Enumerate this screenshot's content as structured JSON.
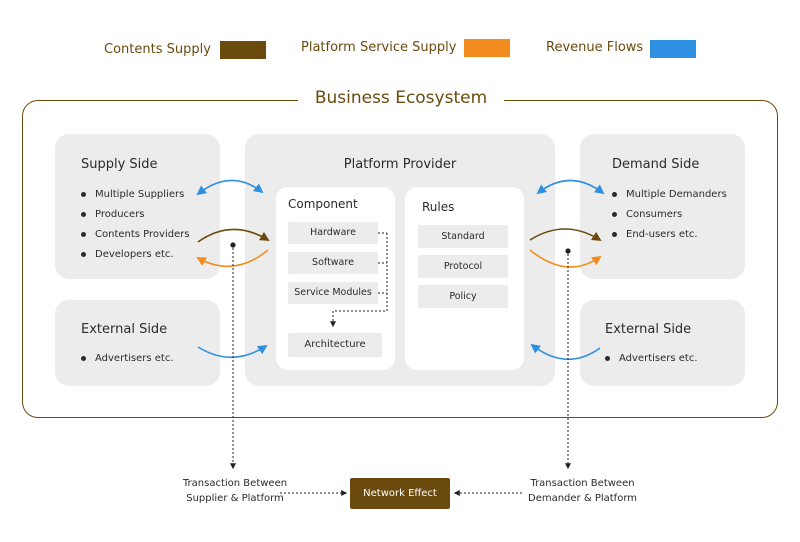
{
  "legend": [
    {
      "label": "Contents Supply",
      "color": "#6b4a0e"
    },
    {
      "label": "Platform Service Supply",
      "color": "#f28c1e"
    },
    {
      "label": "Revenue Flows",
      "color": "#2f8fe0"
    }
  ],
  "ecosystem": {
    "title": "Business Ecosystem"
  },
  "supply_side": {
    "title": "Supply Side",
    "items": [
      "Multiple Suppliers",
      "Producers",
      "Contents Providers",
      "Developers etc."
    ]
  },
  "supply_external": {
    "title": "External Side",
    "items": [
      "Advertisers etc."
    ]
  },
  "platform": {
    "title": "Platform Provider",
    "component": {
      "title": "Component",
      "items": [
        "Hardware",
        "Software",
        "Service Modules"
      ],
      "architecture": "Architecture"
    },
    "rules": {
      "title": "Rules",
      "items": [
        "Standard",
        "Protocol",
        "Policy"
      ]
    }
  },
  "demand_side": {
    "title": "Demand Side",
    "items": [
      "Multiple Demanders",
      "Consumers",
      "End-users etc."
    ]
  },
  "demand_external": {
    "title": "External Side",
    "items": [
      "Advertisers etc."
    ]
  },
  "bottom": {
    "left_caption": [
      "Transaction Between",
      "Supplier & Platform"
    ],
    "right_caption": [
      "Transaction Between",
      "Demander & Platform"
    ],
    "network_effect": "Network Effect"
  }
}
